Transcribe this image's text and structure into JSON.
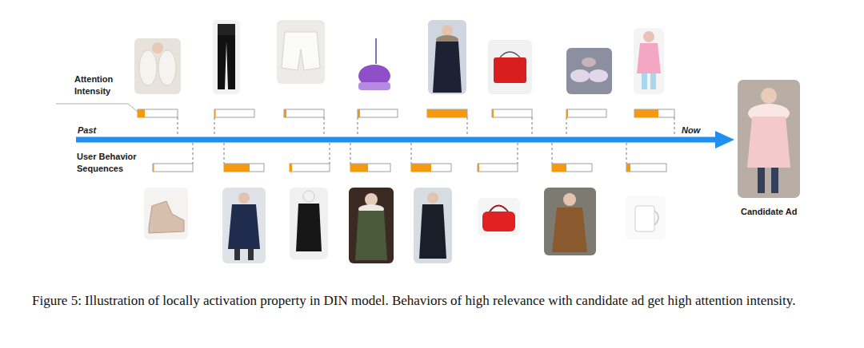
{
  "diagram": {
    "caption": "Figure 5: Illustration of locally activation property in DIN model. Behaviors of high relevance with candidate ad get high attention intensity.",
    "labels": [
      "Attention Intensity",
      "Past",
      "Now",
      "User Behavior Sequences",
      "Candidate Ad"
    ]
  }
}
